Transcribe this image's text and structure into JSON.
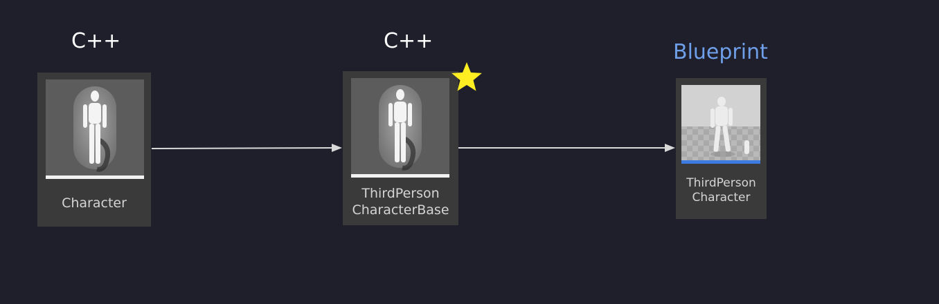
{
  "nodes": [
    {
      "kind": "C++",
      "name_lines": [
        "Character"
      ],
      "icon": "mannequin-icon",
      "bar_color": "#f2f2f2"
    },
    {
      "kind": "C++",
      "name_lines": [
        "ThirdPerson",
        "CharacterBase"
      ],
      "icon": "mannequin-icon",
      "bar_color": "#f2f2f2",
      "marker": "star-icon",
      "marker_color": "#ffee22"
    },
    {
      "kind": "Blueprint",
      "name_lines": [
        "ThirdPerson",
        "Character"
      ],
      "icon": "mannequin-preview-icon",
      "bar_color": "#3d7be0"
    }
  ],
  "edges": [
    {
      "from": "Character",
      "to": "ThirdPersonCharacterBase"
    },
    {
      "from": "ThirdPersonCharacterBase",
      "to": "ThirdPersonCharacter"
    }
  ],
  "colors": {
    "background": "#1e1f2b",
    "cpp_label": "#ffffff",
    "blueprint_label": "#6f9fe8",
    "arrow": "#d9d9d9"
  }
}
